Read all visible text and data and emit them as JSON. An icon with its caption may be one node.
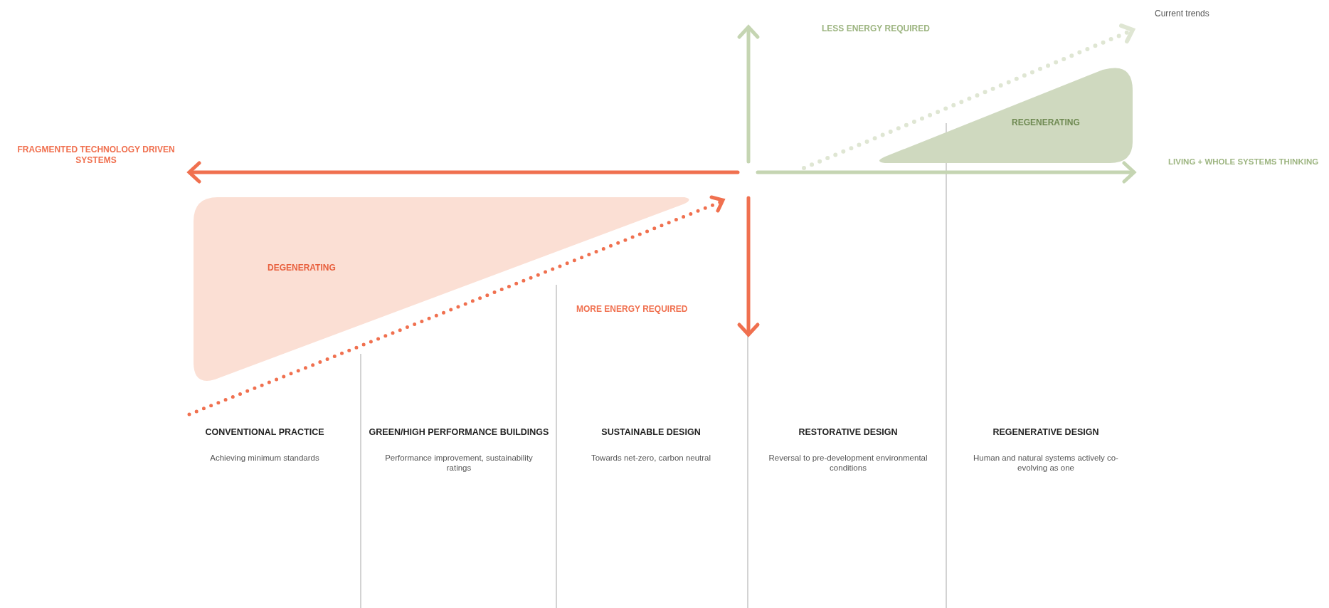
{
  "diagram": {
    "nodes": [
      {
        "text": [
          "REGENERATING"
        ]
      },
      {
        "text": [
          "DEGENERATING"
        ]
      }
    ],
    "labels": [
      "Current trends",
      "LESS ENERGY REQUIRED",
      "FRAGMENTED TECHNOLOGY DRIVEN SYSTEMS",
      "LIVING + WHOLE SYSTEMS THINKING",
      "MORE ENERGY REQUIRED",
      "CONVENTIONAL PRACTICE",
      "Achieving minimum standards",
      "GREEN/HIGH PERFORMANCE BUILDINGS",
      "Performance improvement, sustainability ratings",
      "SUSTAINABLE DESIGN",
      "Towards net-zero, carbon neutral",
      "RESTORATIVE DESIGN",
      "Reversal to pre-development environmental conditions",
      "REGENERATIVE DESIGN",
      "Human and natural systems actively co-evolving as one"
    ]
  }
}
